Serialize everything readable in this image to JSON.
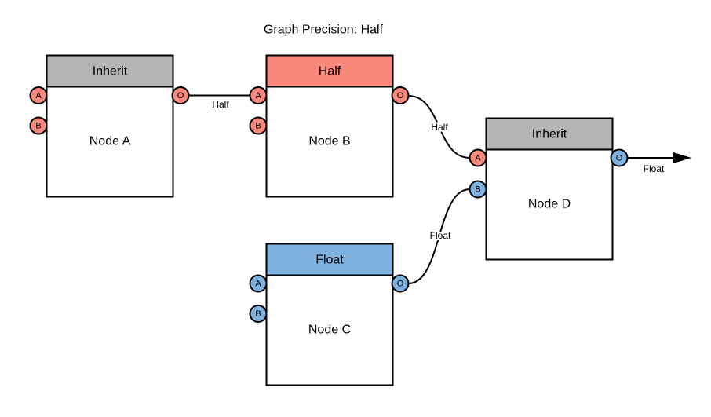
{
  "title": "Graph Precision: Half",
  "colors": {
    "salmon": "#f8897c",
    "blue": "#7fb2e0",
    "gray": "#b5b5b5",
    "node_fill": "#ffffff",
    "background": "#ffffff"
  },
  "nodes": {
    "a": {
      "header": "Inherit",
      "label": "Node A",
      "ports": {
        "in_a": "A",
        "in_b": "B",
        "out": "O"
      }
    },
    "b": {
      "header": "Half",
      "label": "Node B",
      "ports": {
        "in_a": "A",
        "in_b": "B",
        "out": "O"
      }
    },
    "c": {
      "header": "Float",
      "label": "Node C",
      "ports": {
        "in_a": "A",
        "in_b": "B",
        "out": "O"
      }
    },
    "d": {
      "header": "Inherit",
      "label": "Node D",
      "ports": {
        "in_a": "A",
        "in_b": "B",
        "out": "O"
      }
    }
  },
  "edges": {
    "a_out_to_b_in_a": {
      "label": "Half"
    },
    "b_out_to_d_in_a": {
      "label": "Half"
    },
    "c_out_to_d_in_b": {
      "label": "Float"
    },
    "d_out": {
      "label": "Float"
    }
  }
}
